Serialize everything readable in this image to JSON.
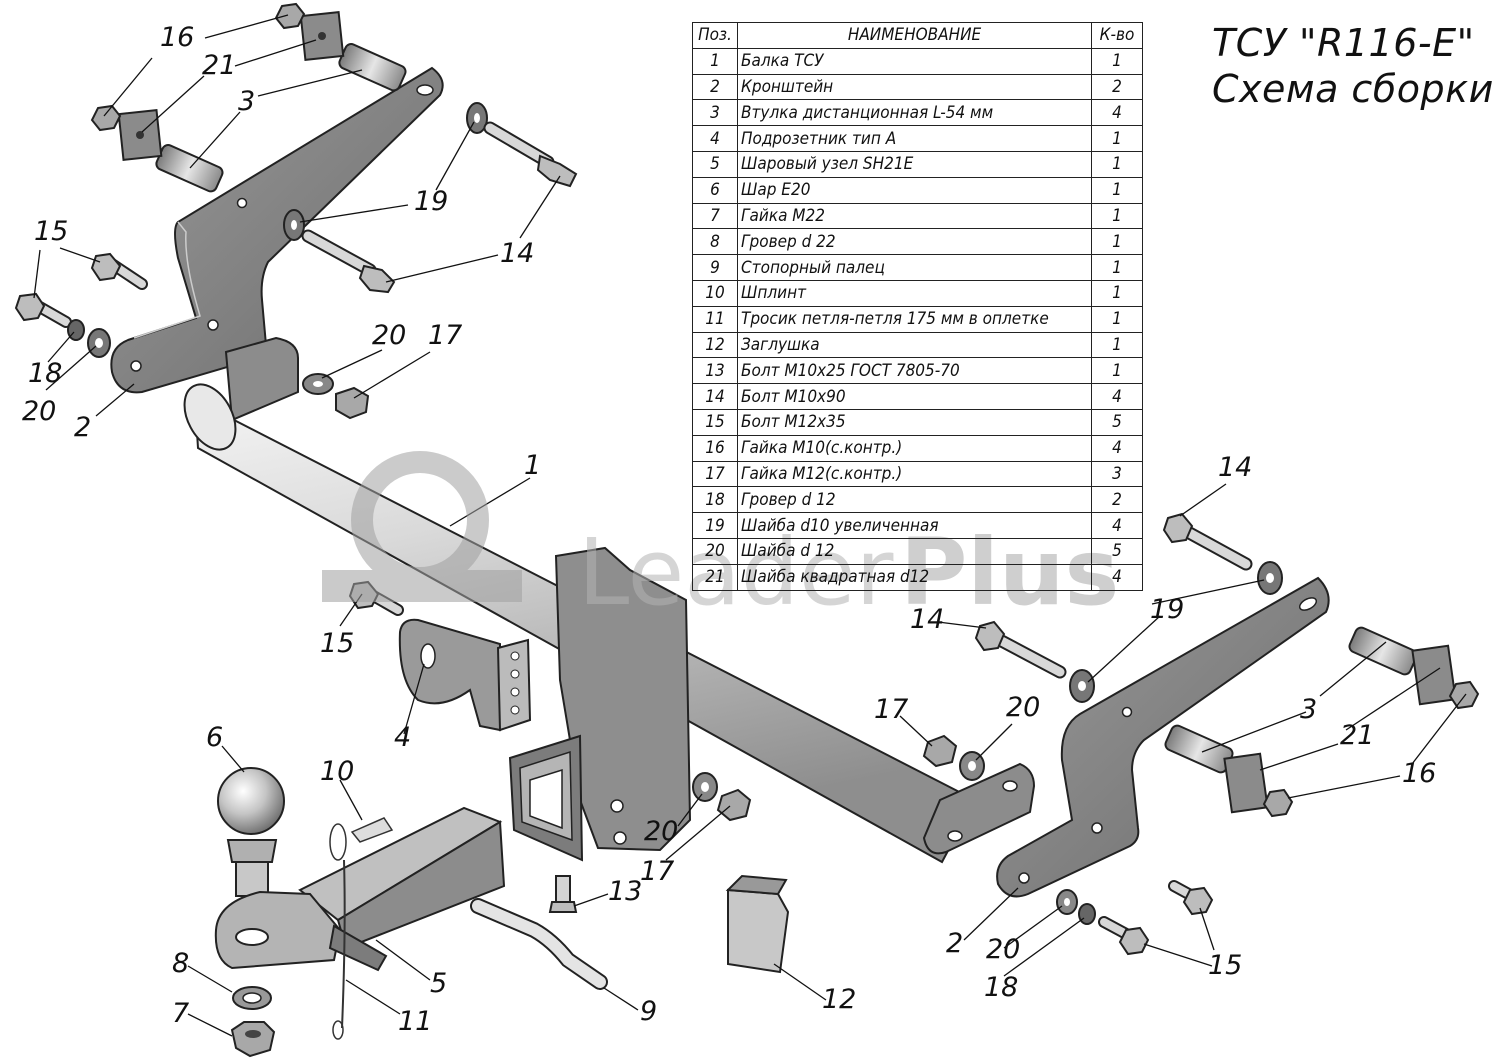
{
  "title": {
    "line1": "ТСУ \"R116-E\"",
    "line2": "Схема сборки"
  },
  "watermark": {
    "brand_light": "Leader",
    "brand_bold": "Plus"
  },
  "spec_table": {
    "headers": {
      "pos": "Поз.",
      "name": "НАИМЕНОВАНИЕ",
      "qty": "К-во"
    },
    "rows": [
      {
        "pos": "1",
        "name": "Балка ТСУ",
        "qty": "1"
      },
      {
        "pos": "2",
        "name": "Кронштейн",
        "qty": "2"
      },
      {
        "pos": "3",
        "name": "Втулка дистанционная L-54 мм",
        "qty": "4"
      },
      {
        "pos": "4",
        "name": "Подрозетник тип А",
        "qty": "1"
      },
      {
        "pos": "5",
        "name": "Шаровый узел SH21E",
        "qty": "1"
      },
      {
        "pos": "6",
        "name": "Шар E20",
        "qty": "1"
      },
      {
        "pos": "7",
        "name": "Гайка М22",
        "qty": "1"
      },
      {
        "pos": "8",
        "name": "Гровер d 22",
        "qty": "1"
      },
      {
        "pos": "9",
        "name": "Стопорный палец",
        "qty": "1"
      },
      {
        "pos": "10",
        "name": "Шплинт",
        "qty": "1"
      },
      {
        "pos": "11",
        "name": "Тросик петля-петля 175 мм в оплетке",
        "qty": "1"
      },
      {
        "pos": "12",
        "name": "Заглушка",
        "qty": "1"
      },
      {
        "pos": "13",
        "name": "Болт М10х25 ГОСТ 7805-70",
        "qty": "1"
      },
      {
        "pos": "14",
        "name": "Болт  М10х90",
        "qty": "4"
      },
      {
        "pos": "15",
        "name": "Болт М12х35",
        "qty": "5"
      },
      {
        "pos": "16",
        "name": "Гайка М10(с.контр.)",
        "qty": "4"
      },
      {
        "pos": "17",
        "name": "Гайка М12(с.контр.)",
        "qty": "3"
      },
      {
        "pos": "18",
        "name": "Гровер d 12",
        "qty": "2"
      },
      {
        "pos": "19",
        "name": "Шайба d10 увеличенная",
        "qty": "4"
      },
      {
        "pos": "20",
        "name": "Шайба d 12",
        "qty": "5"
      },
      {
        "pos": "21",
        "name": "Шайба квадратная d12",
        "qty": "4"
      }
    ]
  },
  "callouts": {
    "c16a": "16",
    "c21a": "21",
    "c3a": "3",
    "c19a": "19",
    "c14a": "14",
    "c15a": "15",
    "c18a": "18",
    "c20a": "20",
    "c2a": "2",
    "c20b": "20",
    "c17a": "17",
    "c1": "1",
    "c15b": "15",
    "c4": "4",
    "c6": "6",
    "c10": "10",
    "c8": "8",
    "c7": "7",
    "c11": "11",
    "c5": "5",
    "c9": "9",
    "c13": "13",
    "c12": "12",
    "c20c": "20",
    "c17b": "17",
    "c14b": "14",
    "c14c": "14",
    "c19b": "19",
    "c17c": "17",
    "c20d": "20",
    "c3b": "3",
    "c21b": "21",
    "c16b": "16",
    "c2b": "2",
    "c20e": "20",
    "c18b": "18",
    "c15c": "15"
  }
}
